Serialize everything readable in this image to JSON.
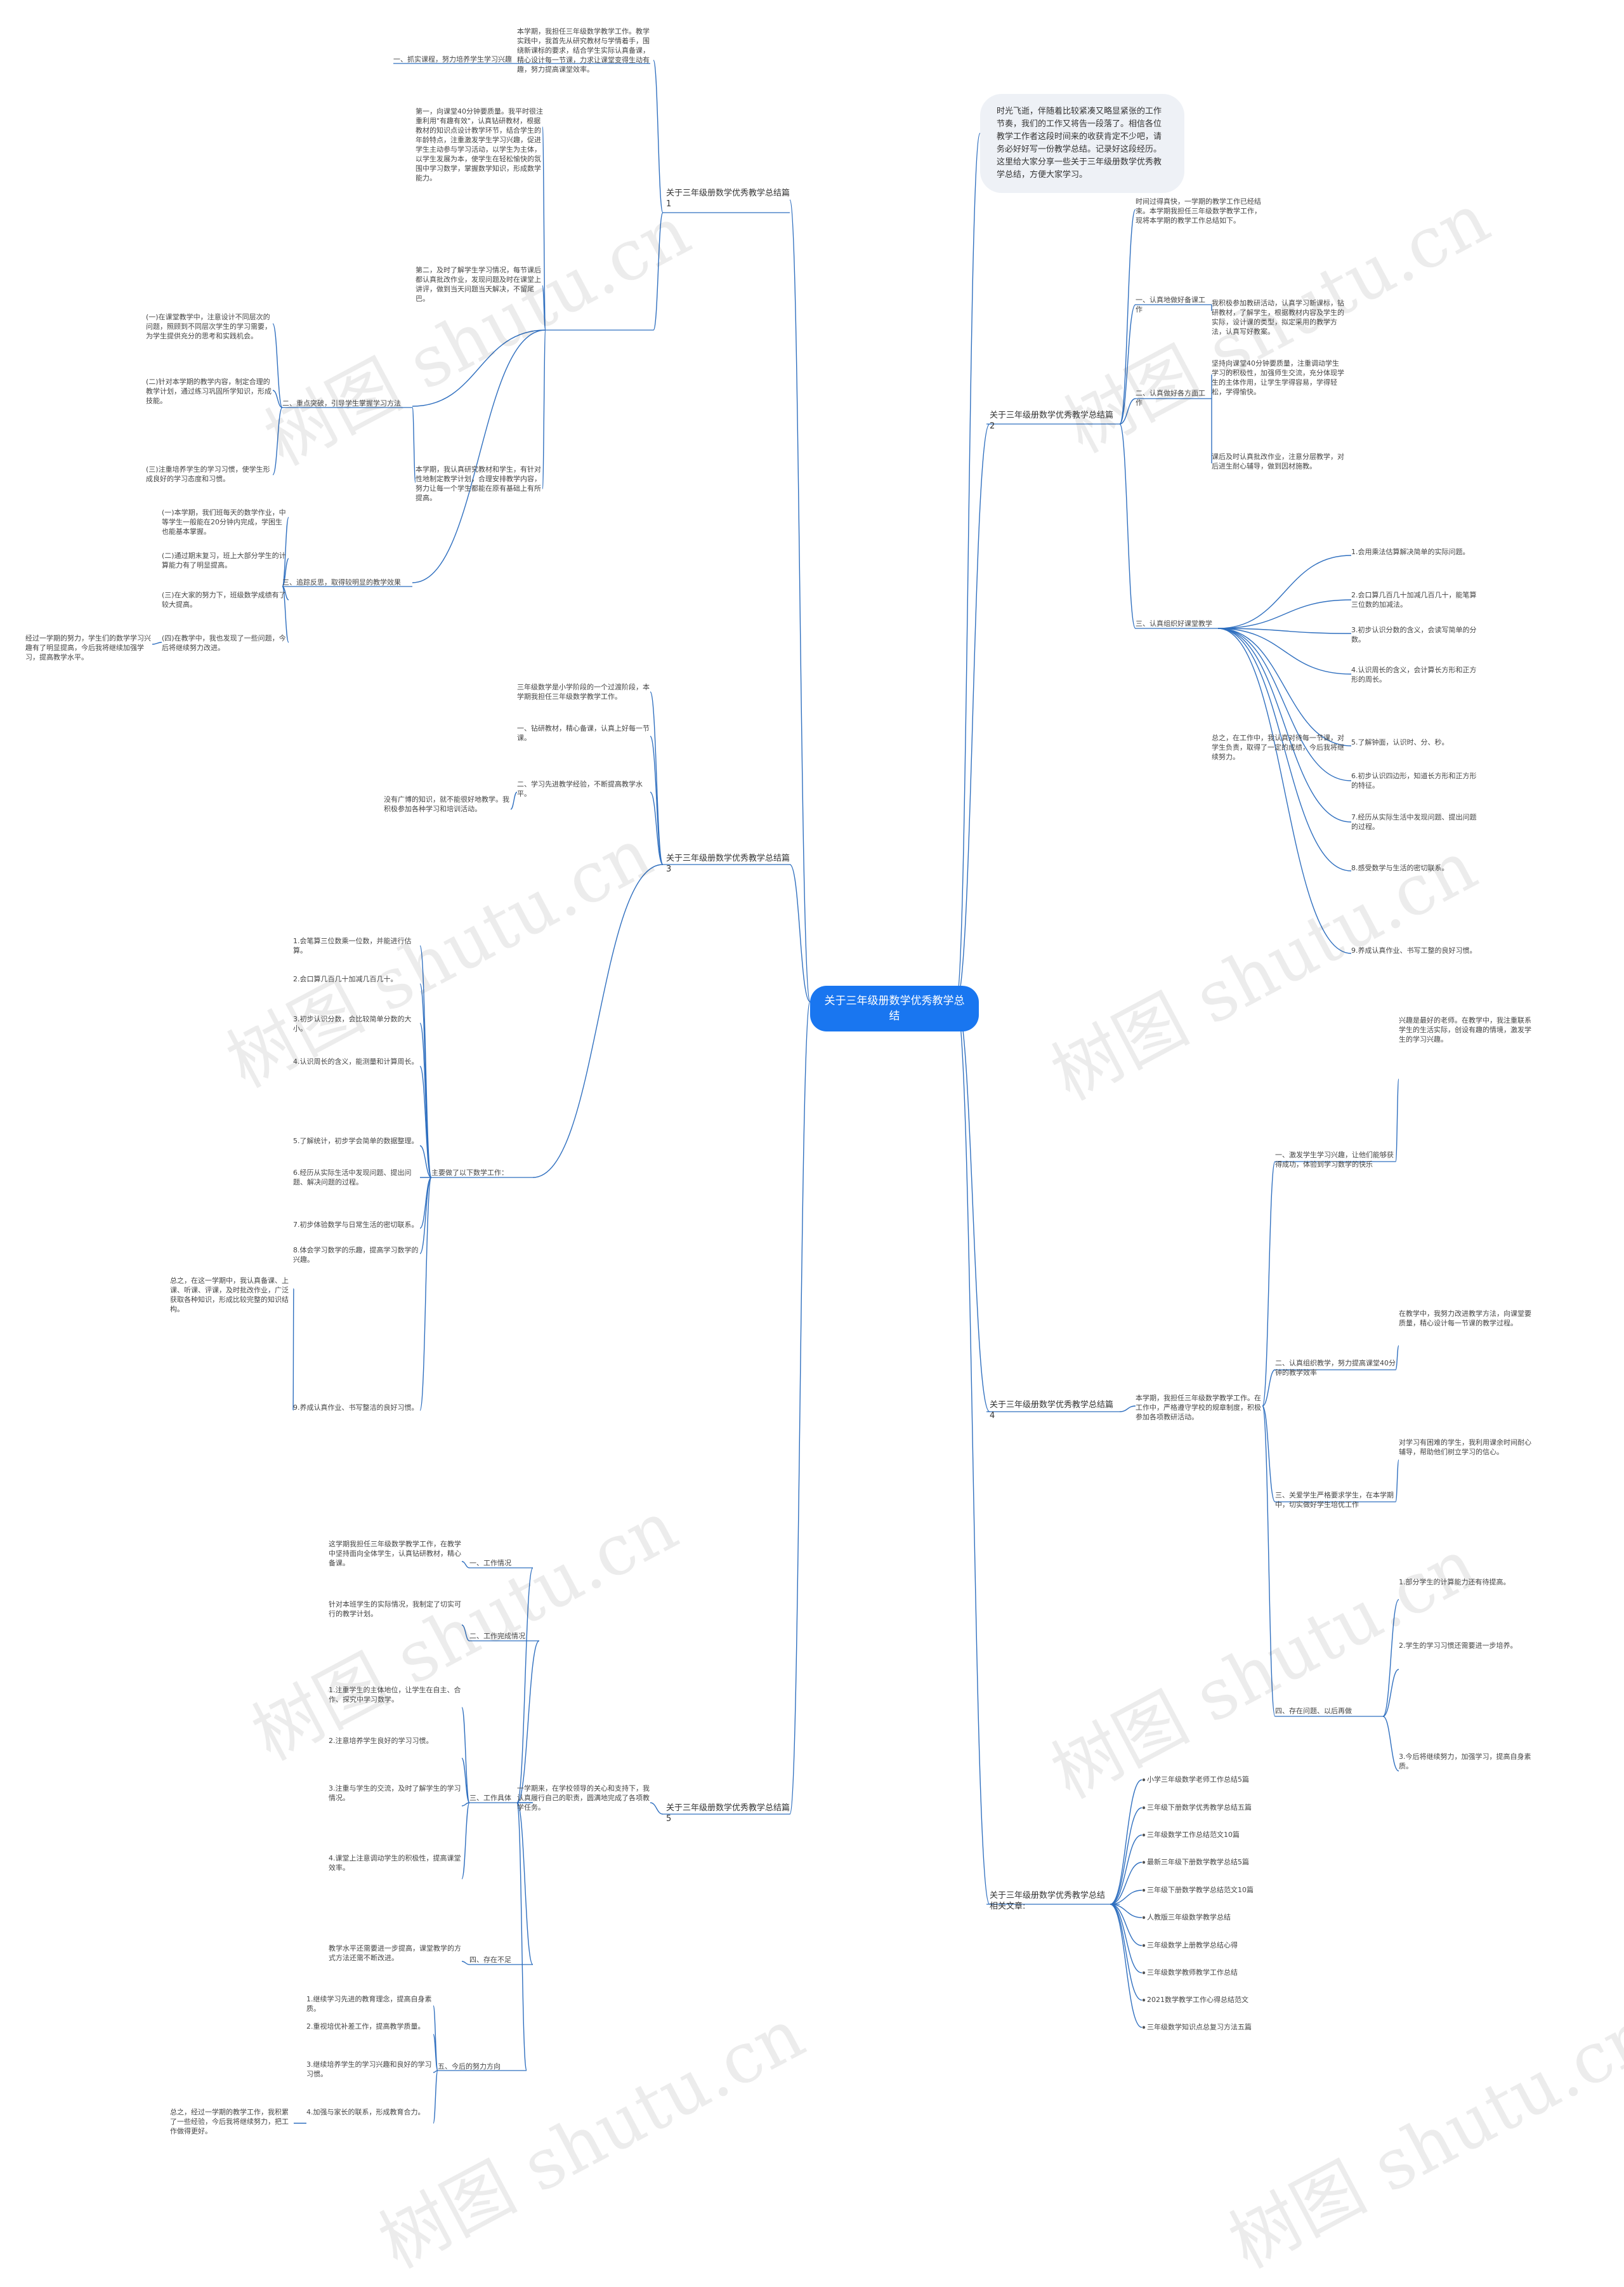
{
  "root": "关于三年级册数学优秀教学总结",
  "intro": "时光飞逝，伴随着比较紧凑又略显紧张的工作节奏，我们的工作又将告一段落了。相信各位教学工作者这段时间来的收获肯定不少吧，请务必好好写一份教学总结。记录好这段经历。这里给大家分享一些关于三年级册数学优秀教学总结，方便大家学习。",
  "watermark": "树图 shutu.cn",
  "branches": {
    "b1": {
      "title": "关于三年级册数学优秀教学总结篇1",
      "s1": "一、抓实课程，努力培养学生学习兴趣",
      "s1_text": "本学期，我担任三年级数学教学工作。教学实践中，我首先从研究教材与学情着手，围绕新课标的要求，结合学生实际认真备课，精心设计每一节课，力求让课堂变得生动有趣，努力提高课堂效率。",
      "s1_detail": "第一，向课堂40分钟要质量。我平时很注重利用\"有趣有效\"，认真钻研教材，根据教材的知识点设计教学环节，结合学生的年龄特点，注重激发学生学习兴趣，促进学生主动参与学习活动，以学生为主体，以学生发展为本，使学生在轻松愉快的氛围中学习数学，掌握数学知识，形成数学能力。",
      "s1_detail2": "第二，及时了解学生学习情况，每节课后都认真批改作业，发现问题及时在课堂上讲评，做到当天问题当天解决，不留尾巴。",
      "s2": "二、重点突破，引导学生掌握学习方法",
      "s2_a": "(一)在课堂教学中，注意设计不同层次的问题，照顾到不同层次学生的学习需要，为学生提供充分的思考和实践机会。",
      "s2_b": "(二)针对本学期的教学内容，制定合理的教学计划，通过练习巩固所学知识，形成技能。",
      "s2_c": "(三)注重培养学生的学习习惯，使学生形成良好的学习态度和习惯。",
      "s2_text": "本学期，我认真研究教材和学生，有针对性地制定教学计划，合理安排教学内容，努力让每一个学生都能在原有基础上有所提高。",
      "s3": "三、追踪反思，取得较明显的教学效果",
      "s3_a": "(一)本学期，我们班每天的数学作业，中等学生一般能在20分钟内完成，学困生也能基本掌握。",
      "s3_b": "(二)通过期末复习，班上大部分学生的计算能力有了明显提高。",
      "s3_c": "(三)在大家的努力下，班级数学成绩有了较大提高。",
      "s3_d": "(四)在教学中，我也发现了一些问题，今后将继续努力改进。",
      "closing": "经过一学期的努力，学生们的数学学习兴趣有了明显提高，今后我将继续加强学习，提高教学水平。"
    },
    "b2": {
      "title": "关于三年级册数学优秀教学总结篇2",
      "opening": "时间过得真快，一学期的教学工作已经结束。本学期我担任三年级数学教学工作，现将本学期的教学工作总结如下。",
      "s1": "一、认真地做好备课工作",
      "s1_text": "我积极参加教研活动，认真学习新课标，钻研教材，了解学生，根据教材内容及学生的实际，设计课的类型，拟定采用的教学方法，认真写好教案。",
      "s2": "二、认真做好各方面工作",
      "s2_text": "坚持向课堂40分钟要质量，注重调动学生学习的积极性，加强师生交流，充分体现学生的主体作用，让学生学得容易，学得轻松，学得愉快。",
      "s2_text2": "课后及时认真批改作业，注意分层教学，对后进生耐心辅导，做到因材施教。",
      "s3": "三、认真组织好课堂教学",
      "items": [
        "1.会用乘法估算解决简单的实际问题。",
        "2.会口算几百几十加减几百几十，能笔算三位数的加减法。",
        "3.初步认识分数的含义，会读写简单的分数。",
        "4.认识周长的含义，会计算长方形和正方形的周长。",
        "5.了解钟面，认识时、分、秒。",
        "6.初步认识四边形，知道长方形和正方形的特征。",
        "7.经历从实际生活中发现问题、提出问题的过程。",
        "8.感受数学与生活的密切联系。",
        "9.养成认真作业、书写工整的良好习惯。"
      ],
      "summary": "总之，在工作中，我认真对待每一节课，对学生负责，取得了一定的成绩，今后我将继续努力。"
    },
    "b3": {
      "title": "关于三年级册数学优秀教学总结篇3",
      "opening": "三年级数学是小学阶段的一个过渡阶段，本学期我担任三年级数学教学工作。",
      "s1": "一、钻研教材，精心备课，认真上好每一节课。",
      "s2": "二、学习先进教学经验，不断提高教学水平。",
      "s2_side": "没有广博的知识，就不能很好地教学。我积极参加各种学习和培训活动。",
      "main": "主要做了以下数学工作：",
      "items": [
        "1.会笔算三位数乘一位数，并能进行估算。",
        "2.会口算几百几十加减几百几十。",
        "3.初步认识分数，会比较简单分数的大小。",
        "4.认识周长的含义，能测量和计算周长。",
        "5.了解统计，初步学会简单的数据整理。",
        "6.经历从实际生活中发现问题、提出问题、解决问题的过程。",
        "7.初步体验数学与日常生活的密切联系。",
        "8.体会学习数学的乐趣，提高学习数学的兴趣。",
        "9.养成认真作业、书写整洁的良好习惯。"
      ],
      "closing": "总之，在这一学期中，我认真备课、上课、听课、评课，及时批改作业，广泛获取各种知识，形成比较完整的知识结构。"
    },
    "b4": {
      "title": "关于三年级册数学优秀教学总结篇4",
      "opening": "本学期，我担任三年级数学教学工作。在工作中，严格遵守学校的规章制度，积极参加各项教研活动。",
      "s1": "一、激发学生学习兴趣，让他们能够获得成功，体验到学习数学的快乐",
      "s1_text": "兴趣是最好的老师。在教学中，我注重联系学生的生活实际，创设有趣的情境，激发学生的学习兴趣。",
      "s2": "二、认真组织教学，努力提高课堂40分钟的教学效率",
      "s2_text": "在教学中，我努力改进教学方法，向课堂要质量，精心设计每一节课的教学过程。",
      "s3": "三、关爱学生严格要求学生，在本学期中，切实做好学生培优工作",
      "s3_text": "对学习有困难的学生，我利用课余时间耐心辅导，帮助他们树立学习的信心。",
      "s4": "四、存在问题、以后再做",
      "s4_a": "1.部分学生的计算能力还有待提高。",
      "s4_b": "2.学生的学习习惯还需要进一步培养。",
      "s4_c": "3.今后将继续努力，加强学习，提高自身素质。"
    },
    "b5": {
      "title": "关于三年级册数学优秀教学总结篇5",
      "opening": "一学期来，在学校领导的关心和支持下，我认真履行自己的职责，圆满地完成了各项教学任务。",
      "s1": "一、工作情况",
      "s1_text": "这学期我担任三年级数学教学工作，在教学中坚持面向全体学生，认真钻研教材，精心备课。",
      "s2": "二、工作完成情况",
      "s2_text": "针对本班学生的实际情况，我制定了切实可行的教学计划。",
      "s3": "三、工作具体",
      "s3_a": "1.注重学生的主体地位，让学生在自主、合作、探究中学习数学。",
      "s3_b": "2.注意培养学生良好的学习习惯。",
      "s3_c": "3.注重与学生的交流，及时了解学生的学习情况。",
      "s3_d": "4.课堂上注意调动学生的积极性，提高课堂效率。",
      "s4": "四、存在不足",
      "s4_text": "教学水平还需要进一步提高，课堂教学的方式方法还需不断改进。",
      "s5": "五、今后的努力方向",
      "s5_a": "1.继续学习先进的教育理念，提高自身素质。",
      "s5_b": "2.重视培优补差工作，提高教学质量。",
      "s5_c": "3.继续培养学生的学习兴趣和良好的学习习惯。",
      "s5_d": "4.加强与家长的联系，形成教育合力。",
      "closing": "总之，经过一学期的教学工作，我积累了一些经验，今后我将继续努力，把工作做得更好。"
    },
    "b6": {
      "title": "关于三年级册数学优秀教学总结相关文章:",
      "links": [
        "小学三年级数学老师工作总结5篇",
        "三年级下册数学优秀教学总结五篇",
        "三年级数学工作总结范文10篇",
        "最新三年级下册数学教学总结5篇",
        "三年级下册数学教学总结范文10篇",
        "人教版三年级数学教学总结",
        "三年级数学上册教学总结心得",
        "三年级数学教师教学工作总结",
        "2021数学教学工作心得总结范文",
        "三年级数学知识点总复习方法五篇"
      ]
    }
  },
  "colors": {
    "root": "#1976f0",
    "line": "#2f6fbf",
    "intro_bg": "#eef1f6"
  }
}
